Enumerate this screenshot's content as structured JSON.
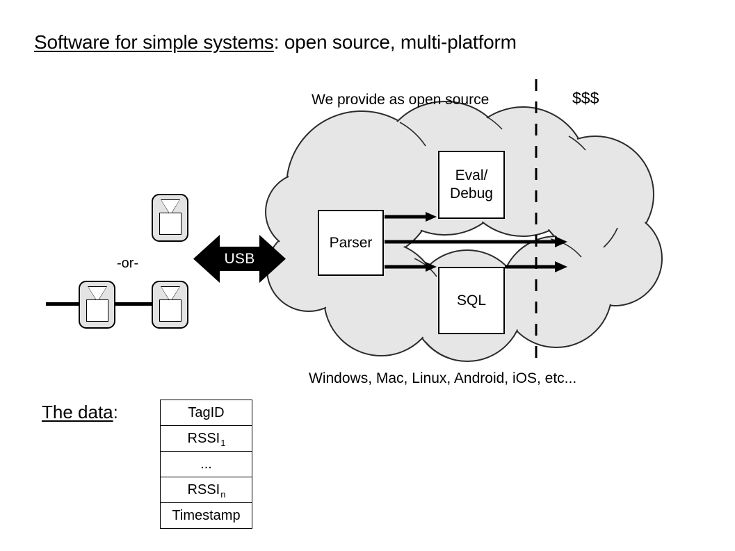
{
  "slide": {
    "title_underlined": "Software for simple systems",
    "title_rest": ": open source, multi-platform"
  },
  "diagram": {
    "label_open_source": "We provide as open source",
    "label_money": "$$$",
    "label_platforms": "Windows, Mac, Linux, Android, iOS, etc...",
    "label_or": "-or-",
    "usb_label": "USB",
    "boxes": {
      "parser": "Parser",
      "eval_debug_line1": "Eval/",
      "eval_debug_line2": "Debug",
      "sql": "SQL"
    },
    "colors": {
      "cloud_fill": "#e6e6e6",
      "cloud_stroke": "#2b2b2b",
      "tag_fill": "#e3e3e3",
      "box_fill": "#ffffff",
      "ink": "#000000"
    }
  },
  "data_section": {
    "label_underlined": "The data",
    "label_rest": ":",
    "rows": [
      {
        "base": "TagID",
        "sub": ""
      },
      {
        "base": "RSSI",
        "sub": "1"
      },
      {
        "base": "...",
        "sub": ""
      },
      {
        "base": "RSSI",
        "sub": "n"
      },
      {
        "base": "Timestamp",
        "sub": ""
      }
    ]
  }
}
